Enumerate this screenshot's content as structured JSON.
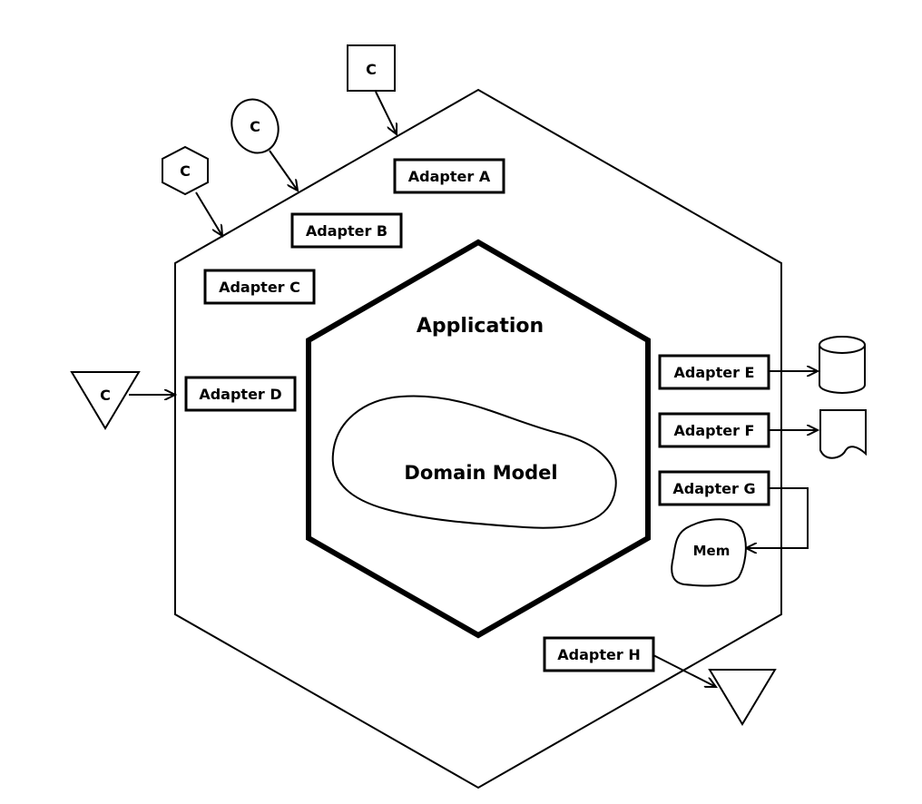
{
  "application": {
    "label": "Application",
    "domain_model_label": "Domain Model"
  },
  "adapters": {
    "a": "Adapter A",
    "b": "Adapter B",
    "c": "Adapter C",
    "d": "Adapter D",
    "e": "Adapter E",
    "f": "Adapter F",
    "g": "Adapter G",
    "h": "Adapter H"
  },
  "clients": {
    "square": "C",
    "ellipse": "C",
    "hexagon": "C",
    "triangle": "C"
  },
  "external": {
    "memory": "Mem"
  }
}
